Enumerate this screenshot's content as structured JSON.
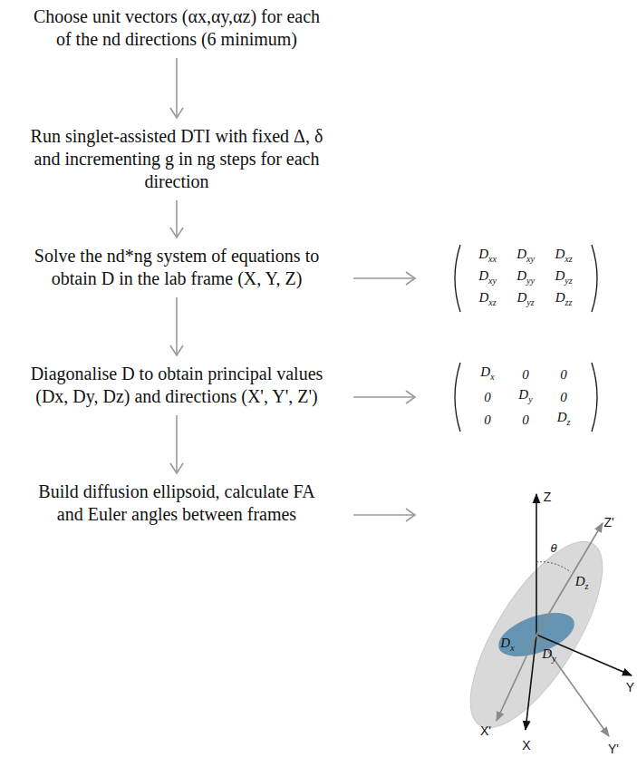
{
  "diagram": {
    "nodes": [
      {
        "text": [
          "Choose unit vectors (αx,αy,αz) for each of the nd directions (6 minimum)"
        ]
      },
      {
        "text": [
          "Run singlet-assisted DTI with fixed Δ, δ and incrementing g in ng steps for each direction"
        ]
      },
      {
        "text": [
          "Solve the nd*ng system of equations to obtain D in the lab frame (X, Y, Z)"
        ]
      },
      {
        "text": [
          "Diagonalise D to obtain principal values (Dx, Dy, Dz) and directions (X', Y', Z')"
        ]
      },
      {
        "text": [
          "Build diffusion ellipsoid, calculate FA and Euler angles between frames"
        ]
      }
    ],
    "edges": [
      {
        "from": 0,
        "to": 1,
        "arrow": "to"
      },
      {
        "from": 1,
        "to": 2,
        "arrow": "to"
      },
      {
        "from": 2,
        "to": 3,
        "arrow": "to"
      },
      {
        "from": 3,
        "to": 4,
        "arrow": "to"
      }
    ],
    "labels": [
      "Dxx",
      "Dxy",
      "Dxz",
      "Dxy",
      "Dyy",
      "Dyz",
      "Dxz",
      "Dyz",
      "Dzz",
      "Dx",
      "0",
      "0",
      "0",
      "Dy",
      "0",
      "0",
      "0",
      "Dz",
      "Z",
      "Z'",
      "θ",
      "Dz",
      "Dx",
      "Dy",
      "X'",
      "X",
      "Y'",
      "Y"
    ]
  }
}
